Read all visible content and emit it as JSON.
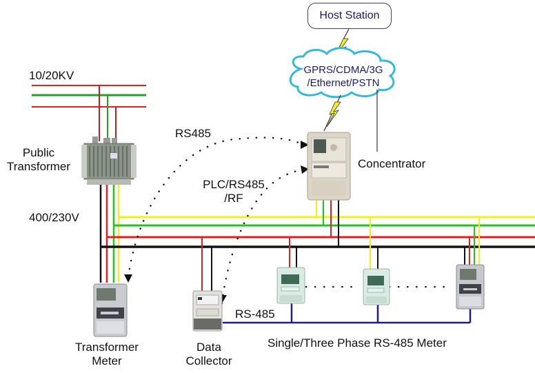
{
  "diagram": {
    "title": "Power Line Metering Network Topology",
    "colors": {
      "phase_red": "#e01f1f",
      "phase_green": "#22c21f",
      "phase_yellow": "#f2ef1a",
      "neutral_black": "#111111",
      "rs485_blue": "#1d1d8f",
      "cloud_border": "#35b9d8",
      "label_blue": "#1c1a6e",
      "lightning": "#f4ee2a"
    },
    "nodes": {
      "host_station": {
        "label": "Host Station"
      },
      "network_cloud": {
        "line1": "GPRS/CDMA/3G",
        "line2": "/Ethernet/PSTN"
      },
      "concentrator": {
        "label": "Concentrator"
      },
      "public_transformer": {
        "line1": "Public",
        "line2": "Transformer"
      },
      "transformer_meter": {
        "line1": "Transformer",
        "line2": "Meter"
      },
      "data_collector": {
        "line1": "Data",
        "line2": "Collector"
      },
      "rs485_meters": {
        "label": "Single/Three Phase RS-485 Meter",
        "count_shown": 3
      }
    },
    "labels": {
      "high_voltage": "10/20KV",
      "low_voltage": "400/230V",
      "link_rs485": "RS485",
      "link_plc_line1": "PLC/RS485",
      "link_plc_line2": "/RF",
      "bus_rs485": "RS-485"
    },
    "links": [
      {
        "from": "host_station",
        "to": "network_cloud",
        "type": "wireless"
      },
      {
        "from": "network_cloud",
        "to": "concentrator",
        "type": "wireless"
      },
      {
        "from": "transformer_meter",
        "to": "concentrator",
        "type": "RS485",
        "style": "dotted"
      },
      {
        "from": "data_collector",
        "to": "concentrator",
        "type": "PLC/RS485/RF",
        "style": "dotted"
      },
      {
        "from": "data_collector",
        "to": "rs485_meters",
        "type": "RS-485",
        "style": "solid"
      }
    ]
  }
}
